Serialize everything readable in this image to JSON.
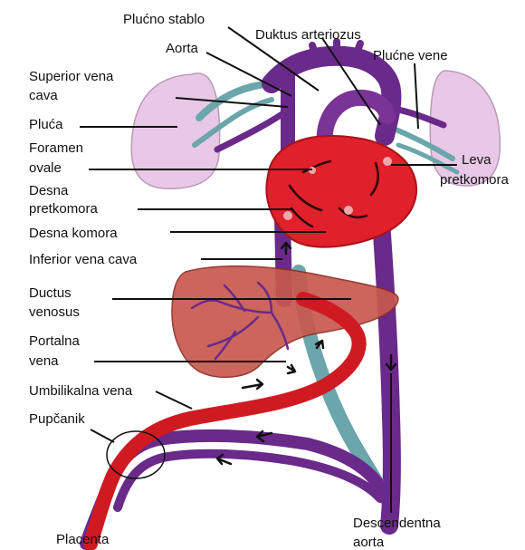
{
  "colors": {
    "lung": "#e8c8e6",
    "lung_edge": "#b99ab6",
    "heart": "#e0202a",
    "heart_dark": "#a8121a",
    "artery_purple": "#6a2a8a",
    "vein_teal": "#6aa6ac",
    "liver": "#c8584e",
    "umbilical_red": "#d01a22",
    "leader": "#111111"
  },
  "labels": {
    "plucno_stablo": "Plućno stablo",
    "aorta": "Aorta",
    "duktus_arteriozus": "Duktus arteriozus",
    "plucne_vene": "Plućne vene",
    "superior_vena_cava_1": "Superior vena",
    "superior_vena_cava_2": "cava",
    "pluca": "Pluća",
    "foramen_ovale_1": "Foramen",
    "foramen_ovale_2": "ovale",
    "leva_pretkomora_1": "Leva",
    "leva_pretkomora_2": "pretkomora",
    "desna_pretkomora_1": "Desna",
    "desna_pretkomora_2": "pretkomora",
    "desna_komora": "Desna komora",
    "inferior_vena_cava": "Inferior vena cava",
    "ductus_venosus_1": "Ductus",
    "ductus_venosus_2": "venosus",
    "portalna_vena_1": "Portalna",
    "portalna_vena_2": "vena",
    "umbilikalna_vena": "Umbilikalna vena",
    "pupcanik": "Pupčanik",
    "placenta": "Placenta",
    "descendentna_aorta_1": "Descendentna",
    "descendentna_aorta_2": "aorta"
  }
}
